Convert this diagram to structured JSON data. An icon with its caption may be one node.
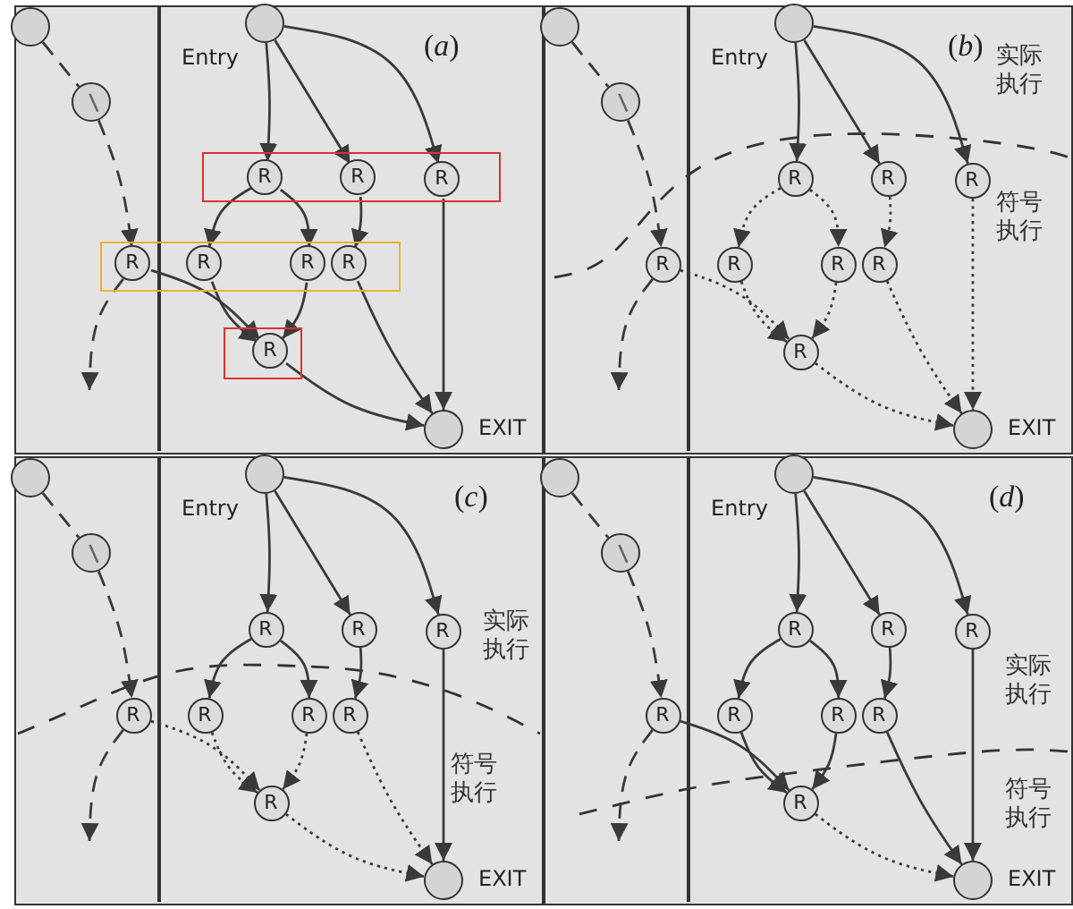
{
  "diagram": {
    "nodes": [
      {
        "text": [
          "(*a*)"
        ]
      },
      {
        "text": [],
        "shape": "circle",
        "in": 0
      },
      {
        "text": [],
        "shape": "circle",
        "in": 0
      },
      {
        "text": [
          "Entry"
        ],
        "in": 0
      },
      {
        "text": [],
        "shape": "box",
        "in": 0
      },
      {
        "text": [
          "R"
        ],
        "in": 4
      },
      {
        "text": [
          "R"
        ],
        "in": 4
      },
      {
        "text": [
          "R"
        ],
        "in": 4
      },
      {
        "text": [],
        "shape": "box",
        "in": 0
      },
      {
        "text": [
          "R"
        ],
        "in": 8
      },
      {
        "text": [
          "R"
        ],
        "in": 8
      },
      {
        "text": [
          "R"
        ],
        "in": 8
      },
      {
        "text": [
          "R"
        ],
        "in": 8
      },
      {
        "text": [],
        "shape": "box",
        "in": 0
      },
      {
        "text": [
          "R"
        ],
        "in": 13
      },
      {
        "text": [
          "EXIT"
        ],
        "in": 0
      },
      {
        "text": [
          "(*b*)"
        ]
      },
      {
        "text": [],
        "shape": "circle",
        "in": 16
      },
      {
        "text": [],
        "shape": "circle",
        "in": 16
      },
      {
        "text": [
          "Entry"
        ],
        "in": 16
      },
      {
        "text": [
          "R"
        ],
        "in": 16
      },
      {
        "text": [
          "R"
        ],
        "in": 16
      },
      {
        "text": [
          "R"
        ],
        "in": 16
      },
      {
        "text": [
          "R"
        ],
        "in": 16
      },
      {
        "text": [
          "R"
        ],
        "in": 16
      },
      {
        "text": [
          "R"
        ],
        "in": 16
      },
      {
        "text": [
          "R"
        ],
        "in": 16
      },
      {
        "text": [
          "R"
        ],
        "in": 16
      },
      {
        "text": [
          "EXIT"
        ],
        "in": 16
      },
      {
        "text": [
          "(*c*)"
        ]
      },
      {
        "text": [],
        "shape": "circle",
        "in": 29
      },
      {
        "text": [],
        "shape": "circle",
        "in": 29
      },
      {
        "text": [
          "Entry"
        ],
        "in": 29
      },
      {
        "text": [
          "R"
        ],
        "in": 29
      },
      {
        "text": [
          "R"
        ],
        "in": 29
      },
      {
        "text": [
          "R"
        ],
        "in": 29
      },
      {
        "text": [
          "R"
        ],
        "in": 29
      },
      {
        "text": [
          "R"
        ],
        "in": 29
      },
      {
        "text": [
          "R"
        ],
        "in": 29
      },
      {
        "text": [
          "R"
        ],
        "in": 29
      },
      {
        "text": [
          "R"
        ],
        "in": 29
      },
      {
        "text": [
          "EXIT"
        ],
        "in": 29
      },
      {
        "text": [
          "(*d*)"
        ]
      },
      {
        "text": [],
        "shape": "circle",
        "in": 42
      },
      {
        "text": [],
        "shape": "circle",
        "in": 42
      },
      {
        "text": [
          "Entry"
        ],
        "in": 42
      },
      {
        "text": [
          "R"
        ],
        "in": 42
      },
      {
        "text": [
          "R"
        ],
        "in": 42
      },
      {
        "text": [
          "R"
        ],
        "in": 42
      },
      {
        "text": [
          "R"
        ],
        "in": 42
      },
      {
        "text": [
          "R"
        ],
        "in": 42
      },
      {
        "text": [
          "R"
        ],
        "in": 42
      },
      {
        "text": [
          "R"
        ],
        "in": 42
      },
      {
        "text": [
          "R"
        ],
        "in": 42
      },
      {
        "text": [
          "EXIT"
        ],
        "in": 42
      }
    ],
    "edges": [
      {
        "from": 1,
        "to": 2,
        "arrow": "none",
        "style": "dashed"
      },
      {
        "from": 2,
        "to": 9,
        "arrow": "to",
        "style": "dashed"
      },
      {
        "from": 9,
        "to": null,
        "arrow": "to",
        "style": "dashed"
      },
      {
        "from": 3,
        "to": 5,
        "arrow": "to"
      },
      {
        "from": 3,
        "to": 6,
        "arrow": "to"
      },
      {
        "from": 3,
        "to": 7,
        "arrow": "to"
      },
      {
        "from": 5,
        "to": 10,
        "arrow": "to"
      },
      {
        "from": 5,
        "to": 11,
        "arrow": "to"
      },
      {
        "from": 6,
        "to": 12,
        "arrow": "to"
      },
      {
        "from": 7,
        "to": 15,
        "arrow": "to"
      },
      {
        "from": 9,
        "to": 14,
        "arrow": "to"
      },
      {
        "from": 10,
        "to": 14,
        "arrow": "to"
      },
      {
        "from": 11,
        "to": 14,
        "arrow": "to"
      },
      {
        "from": 12,
        "to": 15,
        "arrow": "to"
      },
      {
        "from": 14,
        "to": 15,
        "arrow": "to"
      },
      {
        "from": 17,
        "to": 18,
        "arrow": "none",
        "style": "dashed"
      },
      {
        "from": 18,
        "to": 23,
        "arrow": "to",
        "style": "dashed"
      },
      {
        "from": 23,
        "to": null,
        "arrow": "to",
        "style": "dashed"
      },
      {
        "from": 19,
        "to": 20,
        "arrow": "to"
      },
      {
        "from": 19,
        "to": 21,
        "arrow": "to"
      },
      {
        "from": 19,
        "to": 22,
        "arrow": "to"
      },
      {
        "from": 20,
        "to": 24,
        "arrow": "to",
        "style": "dashed"
      },
      {
        "from": 20,
        "to": 25,
        "arrow": "to",
        "style": "dashed"
      },
      {
        "from": 21,
        "to": 26,
        "arrow": "to",
        "style": "dashed"
      },
      {
        "from": 22,
        "to": 28,
        "arrow": "to",
        "style": "dashed"
      },
      {
        "from": 23,
        "to": 27,
        "arrow": "to",
        "style": "dashed"
      },
      {
        "from": 24,
        "to": 27,
        "arrow": "to",
        "style": "dashed"
      },
      {
        "from": 25,
        "to": 27,
        "arrow": "to",
        "style": "dashed"
      },
      {
        "from": 26,
        "to": 28,
        "arrow": "to",
        "style": "dashed"
      },
      {
        "from": 27,
        "to": 28,
        "arrow": "to",
        "style": "dashed"
      },
      {
        "from": 30,
        "to": 31,
        "arrow": "none",
        "style": "dashed"
      },
      {
        "from": 31,
        "to": 36,
        "arrow": "to",
        "style": "dashed"
      },
      {
        "from": 36,
        "to": null,
        "arrow": "to",
        "style": "dashed"
      },
      {
        "from": 32,
        "to": 33,
        "arrow": "to"
      },
      {
        "from": 32,
        "to": 34,
        "arrow": "to"
      },
      {
        "from": 32,
        "to": 35,
        "arrow": "to"
      },
      {
        "from": 33,
        "to": 37,
        "arrow": "to"
      },
      {
        "from": 33,
        "to": 38,
        "arrow": "to"
      },
      {
        "from": 34,
        "to": 39,
        "arrow": "to"
      },
      {
        "from": 35,
        "to": 41,
        "arrow": "to"
      },
      {
        "from": 36,
        "to": 40,
        "arrow": "to",
        "style": "dashed"
      },
      {
        "from": 37,
        "to": 40,
        "arrow": "to",
        "style": "dashed"
      },
      {
        "from": 38,
        "to": 40,
        "arrow": "to",
        "style": "dashed"
      },
      {
        "from": 39,
        "to": 41,
        "arrow": "to",
        "style": "dashed"
      },
      {
        "from": 40,
        "to": 41,
        "arrow": "to",
        "style": "dashed"
      },
      {
        "from": 43,
        "to": 44,
        "arrow": "none",
        "style": "dashed"
      },
      {
        "from": 44,
        "to": 49,
        "arrow": "to",
        "style": "dashed"
      },
      {
        "from": 49,
        "to": null,
        "arrow": "to",
        "style": "dashed"
      },
      {
        "from": 45,
        "to": 46,
        "arrow": "to"
      },
      {
        "from": 45,
        "to": 47,
        "arrow": "to"
      },
      {
        "from": 45,
        "to": 48,
        "arrow": "to"
      },
      {
        "from": 46,
        "to": 50,
        "arrow": "to"
      },
      {
        "from": 46,
        "to": 51,
        "arrow": "to"
      },
      {
        "from": 47,
        "to": 52,
        "arrow": "to"
      },
      {
        "from": 48,
        "to": 54,
        "arrow": "to"
      },
      {
        "from": 49,
        "to": 53,
        "arrow": "to"
      },
      {
        "from": 50,
        "to": 53,
        "arrow": "to"
      },
      {
        "from": 51,
        "to": 53,
        "arrow": "to"
      },
      {
        "from": 52,
        "to": 54,
        "arrow": "to"
      },
      {
        "from": 53,
        "to": 54,
        "arrow": "to",
        "style": "dashed"
      }
    ],
    "labels": [
      "实际执行",
      "符号执行",
      "实际执行",
      "符号执行",
      "实际执行",
      "符号执行"
    ]
  }
}
